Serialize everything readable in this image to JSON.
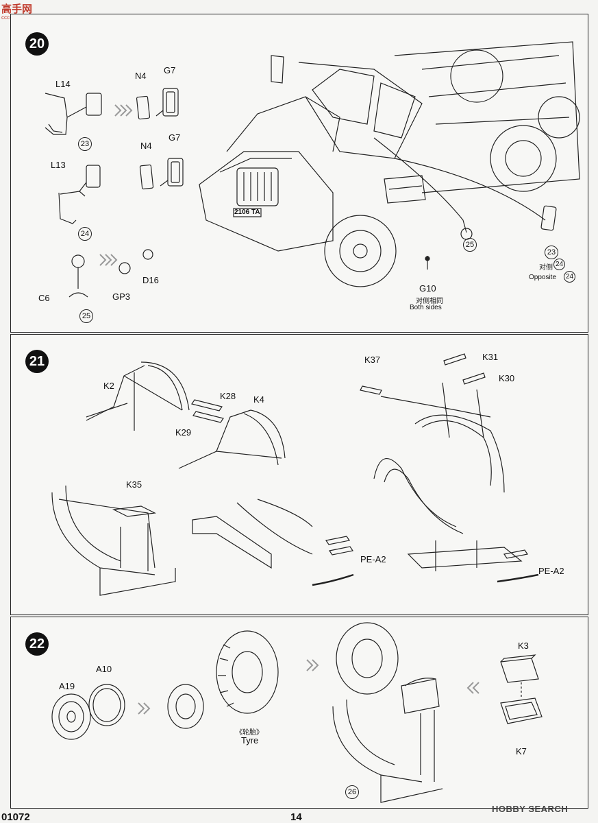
{
  "watermark": {
    "logo_text": "高手网",
    "logo_url": "ccc-shou.com"
  },
  "step20": {
    "number": "20",
    "labels": {
      "l14": "L14",
      "n4a": "N4",
      "g7a": "G7",
      "n4b": "N4",
      "g7b": "G7",
      "l13": "L13",
      "c6": "C6",
      "gp3": "GP3",
      "d16": "D16",
      "g10": "G10",
      "cn_same": "对侧相同",
      "both_sides": "Both sides",
      "cn_opp": "对侧",
      "opposite": "Opposite"
    },
    "refs": {
      "r23a": "23",
      "r24a": "24",
      "r25a": "25",
      "r25b": "25",
      "r23b": "23",
      "r24b": "24",
      "r24c": "24"
    },
    "plate": "2106 TA"
  },
  "step21": {
    "number": "21",
    "labels": {
      "k2": "K2",
      "k28": "K28",
      "k4": "K4",
      "k29": "K29",
      "k37": "K37",
      "k31": "K31",
      "k30": "K30",
      "k35": "K35",
      "pe_a2_a": "PE-A2",
      "pe_a2_b": "PE-A2"
    }
  },
  "step22": {
    "number": "22",
    "labels": {
      "a19": "A19",
      "a10": "A10",
      "tyre_cn": "《轮胎》",
      "tyre": "Tyre",
      "k3": "K3",
      "k7": "K7"
    },
    "refs": {
      "r26": "26"
    }
  },
  "footer": {
    "code": "01072",
    "page": "14",
    "brand": "HOBBY SEARCH"
  }
}
